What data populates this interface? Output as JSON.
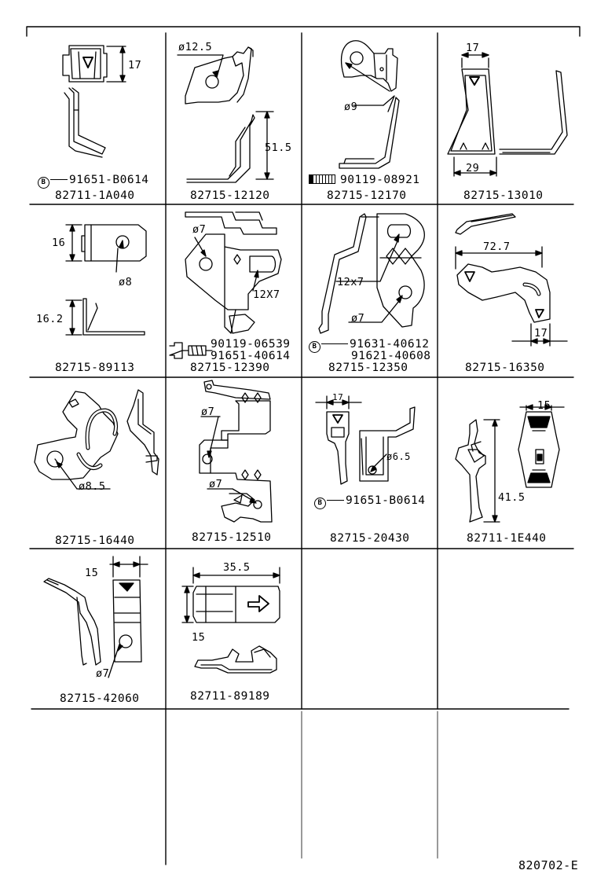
{
  "diagram": {
    "reference_code": "820702-E",
    "callout_letter": "B",
    "symbols": {
      "diameter": "ø"
    },
    "cells": [
      {
        "id": "c1",
        "part_number": "82711-1A040",
        "fasteners": [
          {
            "number": "91651-B0614",
            "style": "circled-B"
          }
        ],
        "dimensions": [
          "17"
        ]
      },
      {
        "id": "c2",
        "part_number": "82715-12120",
        "fasteners": [],
        "dimensions": [
          "ø12.5",
          "51.5"
        ]
      },
      {
        "id": "c3",
        "part_number": "82715-12170",
        "fasteners": [
          {
            "number": "90119-08921",
            "style": "bolt"
          }
        ],
        "dimensions": [
          "ø9"
        ]
      },
      {
        "id": "c4",
        "part_number": "82715-13010",
        "fasteners": [],
        "dimensions": [
          "17",
          "29"
        ]
      },
      {
        "id": "c5",
        "part_number": "82715-89113",
        "fasteners": [],
        "dimensions": [
          "16",
          "ø8",
          "16.2"
        ]
      },
      {
        "id": "c6",
        "part_number": "82715-12390",
        "fasteners": [
          {
            "number": "90119-06539",
            "style": "bolt"
          },
          {
            "number": "91651-40614",
            "style": "plain"
          }
        ],
        "dimensions": [
          "ø7",
          "12X7"
        ]
      },
      {
        "id": "c7",
        "part_number": "82715-12350",
        "fasteners": [
          {
            "number": "91631-40612",
            "style": "circled-B"
          },
          {
            "number": "91621-40608",
            "style": "plain"
          }
        ],
        "dimensions": [
          "12x7",
          "ø7"
        ]
      },
      {
        "id": "c8",
        "part_number": "82715-16350",
        "fasteners": [],
        "dimensions": [
          "72.7",
          "17"
        ]
      },
      {
        "id": "c9",
        "part_number": "82715-16440",
        "fasteners": [],
        "dimensions": [
          "ø8.5"
        ]
      },
      {
        "id": "c10",
        "part_number": "82715-12510",
        "fasteners": [],
        "dimensions": [
          "ø7",
          "ø7"
        ]
      },
      {
        "id": "c11",
        "part_number": "82715-20430",
        "fasteners": [
          {
            "number": "91651-B0614",
            "style": "circled-B"
          }
        ],
        "dimensions": [
          "17",
          "ø6.5"
        ]
      },
      {
        "id": "c12",
        "part_number": "82711-1E440",
        "fasteners": [],
        "dimensions": [
          "15",
          "41.5"
        ]
      },
      {
        "id": "c13",
        "part_number": "82715-42060",
        "fasteners": [],
        "dimensions": [
          "15",
          "ø7"
        ]
      },
      {
        "id": "c14",
        "part_number": "82711-89189",
        "fasteners": [],
        "dimensions": [
          "35.5",
          "15"
        ]
      }
    ]
  }
}
